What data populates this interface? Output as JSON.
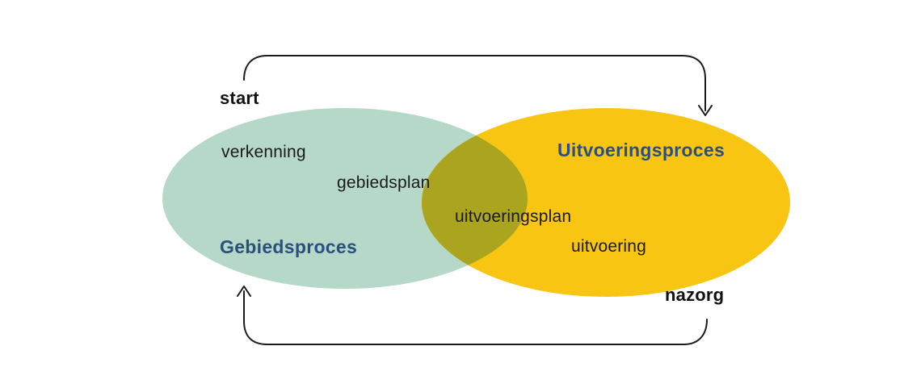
{
  "venn": {
    "left": {
      "title": "Gebiedsproces",
      "items": [
        "verkenning",
        "gebiedsplan"
      ]
    },
    "overlap": {
      "items": [
        "uitvoeringsplan"
      ]
    },
    "right": {
      "title": "Uitvoeringsproces",
      "items": [
        "uitvoering"
      ]
    }
  },
  "cycle": {
    "start_label": "start",
    "end_label": "nazorg"
  },
  "colors": {
    "left_ellipse": "#b5d8c9",
    "right_ellipse": "#f8c513",
    "overlap": "#aba41f",
    "heading_text": "#2b4f7e",
    "body_text": "#1a1a1a",
    "arrow": "#1a1a1a",
    "background": "#ffffff"
  }
}
